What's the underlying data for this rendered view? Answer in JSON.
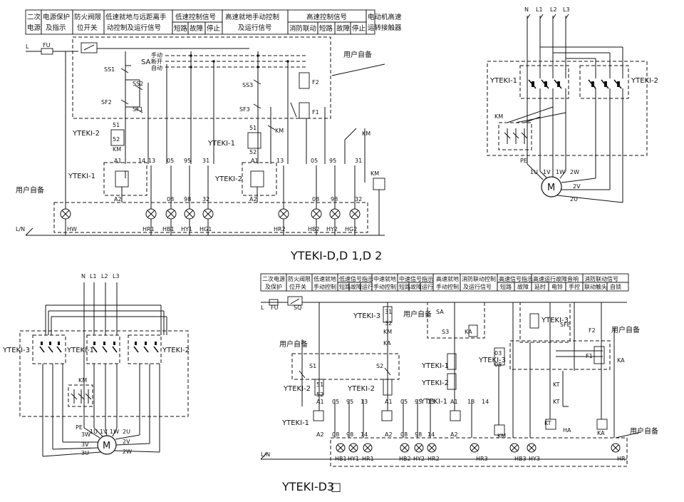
{
  "diagram1": {
    "headers": [
      [
        "二次",
        "电源"
      ],
      [
        "电源保护",
        "及指示"
      ],
      [
        "防火阀限",
        "位开关"
      ],
      [
        "低速就地与远距离手",
        "动控制及运行信号"
      ],
      [
        "低速控制信号",
        "短路",
        "故障",
        "停止"
      ],
      [
        "高速就地手动控制",
        "及运行信号"
      ],
      [
        "高速控制信号",
        "消防联动",
        "短路",
        "故障",
        "停止"
      ],
      [
        "电动机高速",
        "运转接触器"
      ]
    ],
    "terminals": {
      "L": "L",
      "FU": "FU",
      "LN": "L/N"
    },
    "user_spare": [
      "用户自备",
      "用户自备"
    ],
    "sa_modes": [
      "手动",
      "断开",
      "自动"
    ],
    "switches": [
      "SS1",
      "SS2",
      "SF2",
      "SF1",
      "SS3",
      "SF3",
      "F2",
      "F1",
      "SA",
      "KM"
    ],
    "relay_labels": [
      "YTEKI-2",
      "YTEKI-1",
      "YTEKI-1",
      "YTEKI-2"
    ],
    "terminal_nums_left": [
      "51",
      "52",
      "A1",
      "14",
      "13",
      "05",
      "95",
      "31",
      "A2",
      "08",
      "98",
      "32"
    ],
    "terminal_nums_right": [
      "51",
      "52",
      "A1",
      "13",
      "05",
      "95",
      "31",
      "A2",
      "08",
      "98",
      "32"
    ],
    "lamps": [
      "HW",
      "HR1",
      "HB1",
      "HY1",
      "HG1",
      "HR2",
      "HB2",
      "HY2",
      "HG2"
    ]
  },
  "diagram2": {
    "lines": [
      "N",
      "L1",
      "L2",
      "L3"
    ],
    "relays": [
      "YTEKI-1",
      "YTEKI-2"
    ],
    "km": "KM",
    "pe": "PE",
    "motor_terms": [
      "1U",
      "1V",
      "1W",
      "2W",
      "2V",
      "2U"
    ],
    "motor": "M"
  },
  "title1": "YTEKI-D,D      1,D 2",
  "diagram3": {
    "lines": [
      "N",
      "L1",
      "L2",
      "L3"
    ],
    "relays": [
      "YTEKI-3",
      "YTEKI-1",
      "YTEKI-2"
    ],
    "km": "KM",
    "pe": "PE",
    "motor_terms": [
      "3W",
      "1U",
      "1V",
      "1W",
      "2U",
      "3V",
      "2V",
      "3U",
      "2W"
    ],
    "motor": "M"
  },
  "diagram4": {
    "headers": [
      [
        "二次电源",
        "及保护"
      ],
      [
        "防火阀限",
        "位开关"
      ],
      [
        "低速就地",
        "手动控制"
      ],
      [
        "低速信号指示",
        "短路",
        "故障",
        "运行"
      ],
      [
        "中速就地",
        "手动控制"
      ],
      [
        "中速信号指示",
        "短路",
        "故障",
        "运行"
      ],
      [
        "高速就地",
        "手动控制"
      ],
      [
        "消防联动控制",
        "及运行信号"
      ],
      [
        "高速信号指示",
        "短路",
        "故障"
      ],
      [
        "高速运行故障音响",
        "延时",
        "电铃",
        "手控"
      ],
      [
        "消防联动信号",
        "联动触头",
        "自锁"
      ]
    ],
    "terminals": {
      "L": "L",
      "FU": "FU",
      "SQ": "SQ",
      "LN": "L/N"
    },
    "user_spare": [
      "用户自备",
      "用户自备",
      "用户自备",
      "用户自备"
    ],
    "relay_labels": [
      "YTEKI-3",
      "YTEKI-2",
      "YTEKI-1",
      "YTEKI-1",
      "YTEKI-2",
      "YTEKI-3",
      "YTEKI-1"
    ],
    "switches": [
      "SA",
      "S3",
      "S1",
      "S2",
      "KM",
      "KA",
      "SFE",
      "F2",
      "F1",
      "KT",
      "HA"
    ],
    "terminal_nums": [
      "31",
      "32",
      "51",
      "52",
      "A1",
      "05",
      "95",
      "13",
      "A2",
      "08",
      "98",
      "14",
      "A1",
      "05",
      "95",
      "13",
      "A2",
      "08",
      "98",
      "14",
      "A1",
      "13",
      "14",
      "A2",
      "03",
      "08"
    ],
    "lamps": [
      "HB1",
      "HY1",
      "HR1",
      "HB2",
      "HY2",
      "HR2",
      "HR3",
      "HB3",
      "HY3",
      "HR"
    ],
    "extra": [
      "KT",
      "HA",
      "KA",
      "KM"
    ]
  },
  "title2": "YTEKI-D3",
  "title2_box": "□"
}
